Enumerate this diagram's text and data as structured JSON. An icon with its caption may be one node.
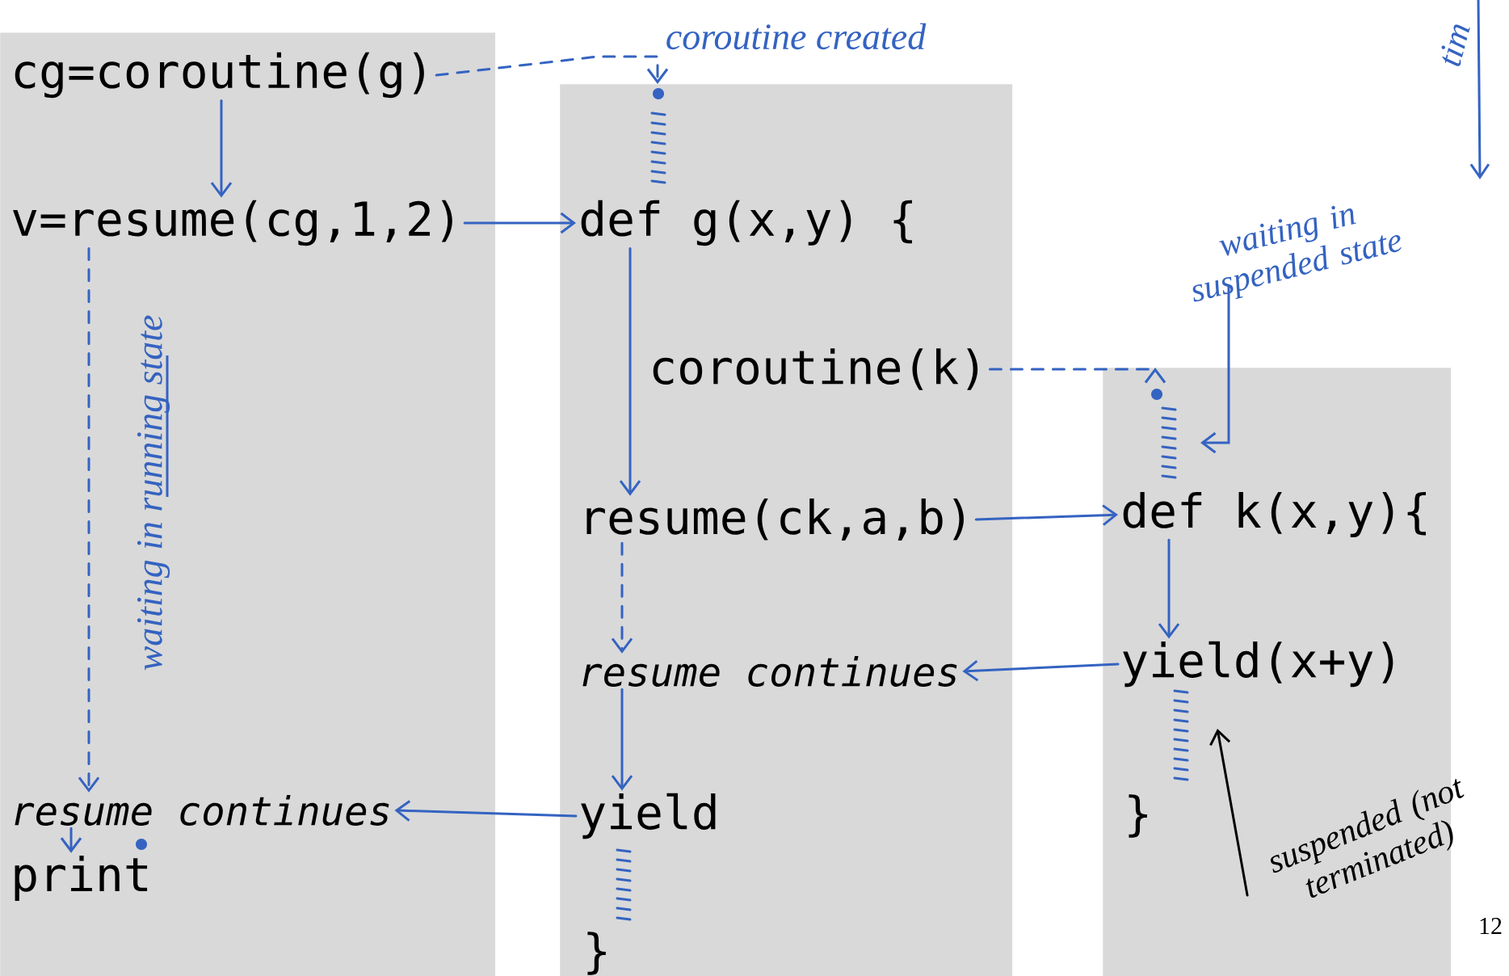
{
  "diagram": {
    "nodes": [
      {
        "text": [],
        "shape": "box"
      },
      {
        "text": [
          "cg=coroutine(g)"
        ],
        "in": 0
      },
      {
        "text": [
          "v=resume(cg,1,2)"
        ],
        "in": 0
      },
      {
        "text": [
          "resume continues"
        ],
        "in": 0
      },
      {
        "text": [
          "print"
        ],
        "in": 0
      },
      {
        "text": [],
        "shape": "box"
      },
      {
        "text": [
          "def g(x,y) {"
        ],
        "in": 5
      },
      {
        "text": [
          "coroutine(k)"
        ],
        "in": 5
      },
      {
        "text": [
          "resume(ck,a,b)"
        ],
        "in": 5
      },
      {
        "text": [
          "resume continues"
        ],
        "in": 5
      },
      {
        "text": [
          "yield"
        ],
        "in": 5
      },
      {
        "text": [
          "}"
        ],
        "in": 5
      },
      {
        "text": [],
        "shape": "box"
      },
      {
        "text": [
          "def k(x,y){"
        ],
        "in": 12
      },
      {
        "text": [
          "yield(x+y)"
        ],
        "in": 12
      },
      {
        "text": [
          "}"
        ],
        "in": 12
      },
      {
        "text": [
          "waiting in suspended state"
        ]
      },
      {
        "text": [
          "suspended (not terminated)"
        ]
      }
    ],
    "edges": [
      {
        "from": 1,
        "to": 2,
        "arrow": "to"
      },
      {
        "from": 2,
        "to": 6,
        "arrow": "to"
      },
      {
        "from": 6,
        "to": 8,
        "arrow": "to"
      },
      {
        "from": 8,
        "to": 13,
        "arrow": "to"
      },
      {
        "from": 13,
        "to": 14,
        "arrow": "to"
      },
      {
        "from": 14,
        "to": 9,
        "arrow": "to"
      },
      {
        "from": 9,
        "to": 10,
        "arrow": "to"
      },
      {
        "from": 10,
        "to": 3,
        "arrow": "to"
      },
      {
        "from": 3,
        "to": 4,
        "arrow": "to"
      },
      {
        "from": 2,
        "to": 3,
        "arrow": "to",
        "style": "dashed",
        "label": "waiting in running state"
      },
      {
        "from": 8,
        "to": 9,
        "arrow": "to",
        "style": "dashed"
      },
      {
        "from": 1,
        "to": 5,
        "arrow": "to",
        "style": "dashed",
        "label": "coroutine created"
      },
      {
        "from": 7,
        "to": 12,
        "arrow": "to",
        "style": "dashed"
      },
      {
        "from": 16,
        "to": null,
        "arrow": "to"
      },
      {
        "from": 17,
        "to": null,
        "arrow": "to",
        "color": "#000000"
      }
    ],
    "labels": [
      "tim",
      "12"
    ]
  }
}
